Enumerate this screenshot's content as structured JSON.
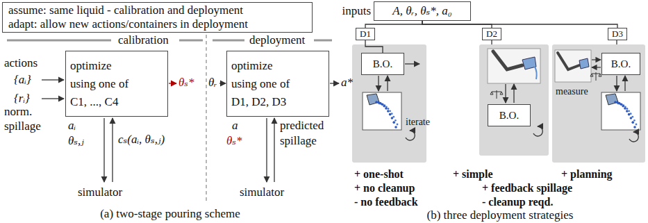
{
  "diagram": {
    "nodes": [
      {
        "text": [
          "assume: same liquid - calibration and deployment",
          "adapt: allow new actions/containers in deployment"
        ]
      },
      {
        "text": [
          "optimize using one of C1, ..., C4"
        ]
      },
      {
        "text": [
          "optimize using one of D1, D2, D3"
        ]
      },
      {
        "text": [
          "inputs",
          "A, θᵣ, θₛ*, a₀"
        ]
      },
      {
        "text": [
          "D1"
        ]
      },
      {
        "text": [
          "D2"
        ]
      },
      {
        "text": [
          "D3"
        ]
      },
      {
        "text": [
          "B.O."
        ]
      },
      {
        "text": [
          "B.O."
        ]
      },
      {
        "text": [
          "B.O."
        ]
      }
    ],
    "edges": [
      {
        "from": 3,
        "to": 4,
        "arrow": "none"
      },
      {
        "from": 3,
        "to": 5,
        "arrow": "none"
      },
      {
        "from": 3,
        "to": 6,
        "arrow": "none"
      },
      {
        "from": 4,
        "to": 7,
        "arrow": "none"
      }
    ],
    "labels": [
      "calibration",
      "deployment",
      "actions",
      "{aᵢ}",
      "{rᵢ}",
      "norm.",
      "spillage",
      "θₛ*",
      "aᵢ",
      "θₛ,ⱼ",
      "cₛ(aᵢ, θₛ,ⱼ)",
      "simulator",
      "θᵣ",
      "a*",
      "a",
      "θₛ*",
      "predicted",
      "spillage",
      "simulator",
      "(a) two-stage pouring scheme",
      "iterate",
      "measure",
      "+ one-shot",
      "+ no cleanup",
      "- no feedback",
      "+ simple",
      "+ feedback spillage",
      "- cleanup reqd.",
      "+ planning",
      "(b) three deployment strategies"
    ]
  }
}
